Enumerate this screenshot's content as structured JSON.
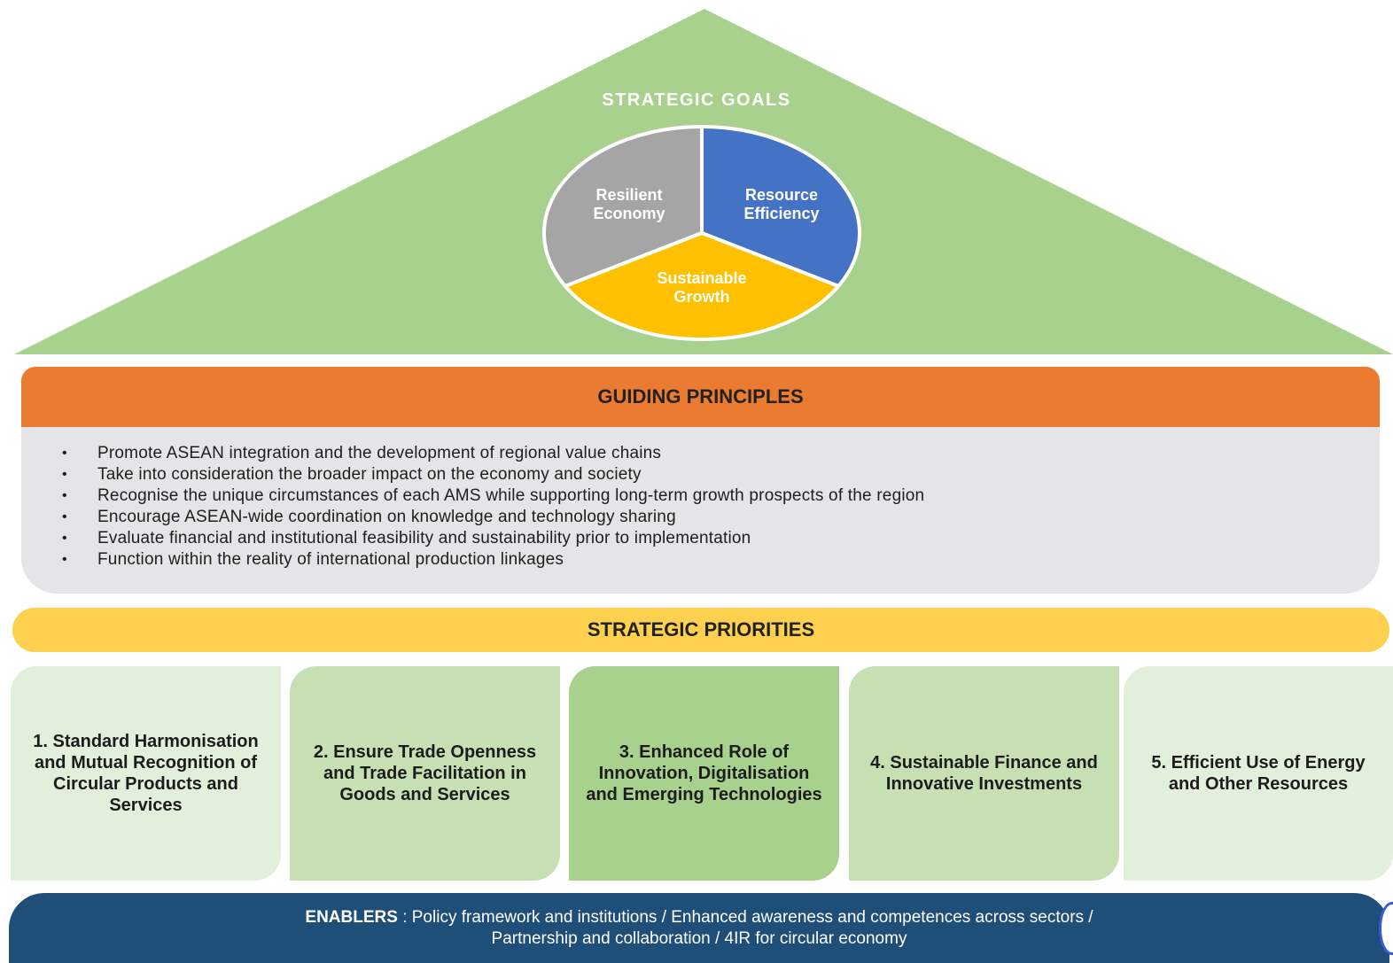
{
  "strategic_goals": {
    "title": "STRATEGIC GOALS",
    "segments": [
      {
        "key": "resilient",
        "label": "Resilient\nEconomy",
        "color": "#a5a5a5"
      },
      {
        "key": "resource",
        "label": "Resource\nEfficiency",
        "color": "#4472c4"
      },
      {
        "key": "growth",
        "label": "Sustainable\nGrowth",
        "color": "#ffc000"
      }
    ],
    "roof_color": "#a9d18e"
  },
  "guiding_principles": {
    "title": "GUIDING PRINCIPLES",
    "bullet": "•",
    "items": [
      "Promote ASEAN integration and the development of regional value chains",
      "Take into consideration the broader impact on the economy and society",
      "Recognise the unique circumstances of each AMS while supporting long-term growth prospects of the region",
      "Encourage ASEAN-wide coordination on knowledge and technology sharing",
      "Evaluate financial and institutional feasibility and sustainability prior to implementation",
      "Function within the reality of international production linkages"
    ]
  },
  "strategic_priorities": {
    "title": "STRATEGIC PRIORITIES",
    "items": [
      "1. Standard Harmonisation and Mutual Recognition of Circular Products and Services",
      "2. Ensure Trade Openness and Trade Facilitation in Goods and Services",
      "3. Enhanced Role of Innovation, Digitalisation and Emerging Technologies",
      "4. Sustainable Finance and Innovative Investments",
      "5. Efficient Use of Energy and Other Resources"
    ]
  },
  "enablers": {
    "label": "ENABLERS",
    "line1": " : Policy framework and institutions / Enhanced awareness and competences across sectors /",
    "line2": "Partnership and collaboration / 4IR for circular economy"
  }
}
